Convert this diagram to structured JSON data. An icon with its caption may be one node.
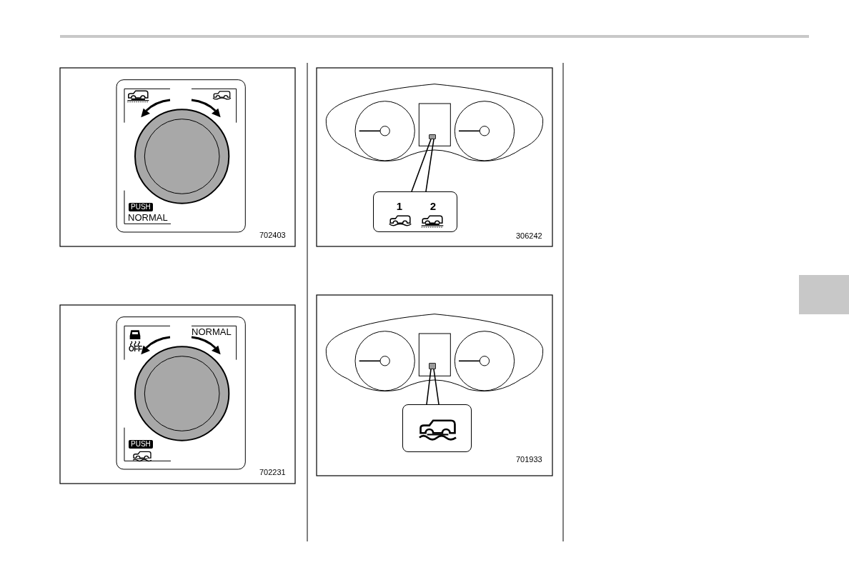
{
  "diagram": {
    "nodes": [
      {
        "text": [],
        "shape": "box"
      },
      {
        "text": [
          "1",
          "2"
        ]
      },
      {
        "text": [],
        "shape": "box"
      },
      {
        "text": [],
        "shape": "box"
      }
    ],
    "edges": [
      {
        "from": 1,
        "to": 0,
        "arrow": "none"
      },
      {
        "from": 3,
        "to": 2,
        "arrow": "none"
      }
    ],
    "labels": [
      "PUSH",
      "NORMAL",
      "702403",
      "OFF",
      "NORMAL",
      "PUSH",
      "702231",
      "306242",
      "701933"
    ]
  }
}
